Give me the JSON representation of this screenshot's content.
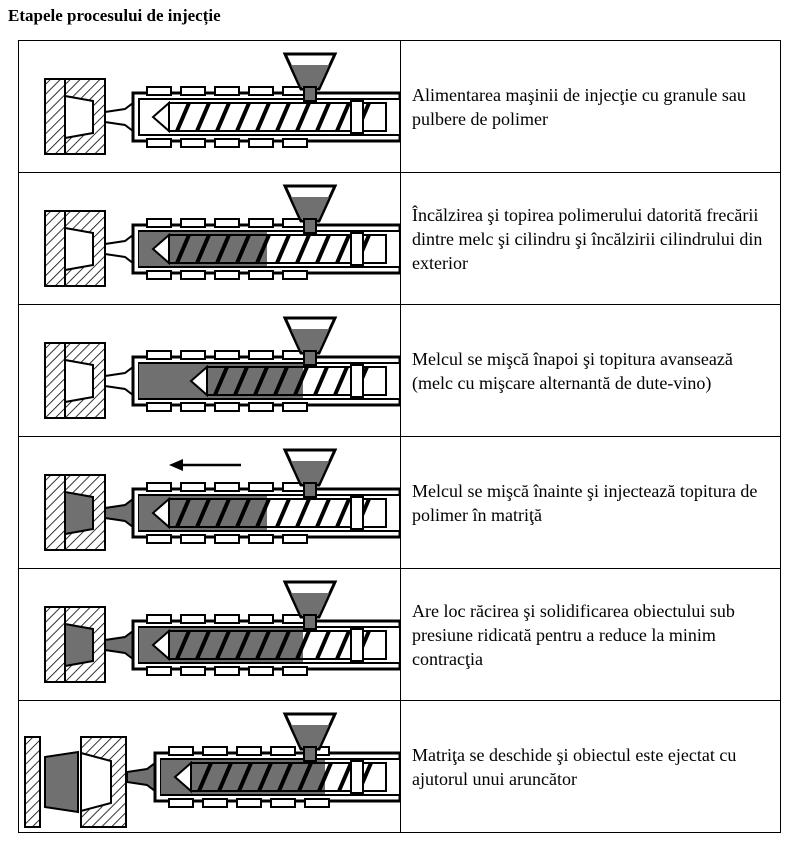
{
  "title": "Etapele procesului de injecție",
  "steps": [
    {
      "text": "Alimentarea maşinii de injecţie cu granule sau pulbere de polimer",
      "image": "injection-machine-feeding",
      "melt_fill": 0.0,
      "mold_filled": false,
      "mold_open": false,
      "arrow": false
    },
    {
      "text": "Încălzirea şi topirea polimerului datorită frecării dintre melc şi cilindru şi încălzirii cilindrului din exterior",
      "image": "injection-machine-heating",
      "melt_fill": 0.6,
      "mold_filled": false,
      "mold_open": false,
      "arrow": false
    },
    {
      "text": "Melcul se mişcă înapoi şi topitura avansează (melc cu mişcare alternantă de dute-vino)",
      "image": "injection-machine-screw-retract",
      "melt_fill": 0.8,
      "mold_filled": false,
      "mold_open": false,
      "arrow": false
    },
    {
      "text": "Melcul se mişcă înainte şi injectează topitura de polimer în matriţă",
      "image": "injection-machine-injecting",
      "melt_fill": 0.6,
      "mold_filled": true,
      "mold_open": false,
      "arrow": true
    },
    {
      "text": "Are loc răcirea şi solidificarea obiectului sub presiune ridicată pentru a reduce la minim contracţia",
      "image": "injection-machine-cooling",
      "melt_fill": 0.8,
      "mold_filled": true,
      "mold_open": false,
      "arrow": false
    },
    {
      "text": "Matriţa se deschide şi obiectul este ejectat cu ajutorul unui aruncător",
      "image": "injection-machine-ejection",
      "melt_fill": 0.8,
      "mold_filled": true,
      "mold_open": true,
      "arrow": false
    }
  ]
}
